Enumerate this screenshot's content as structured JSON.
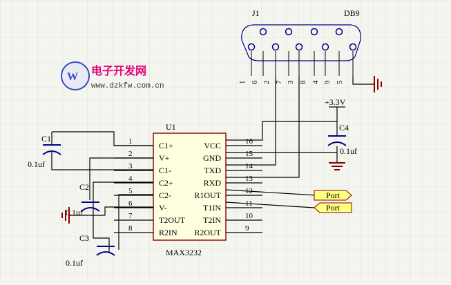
{
  "connector": {
    "ref": "J1",
    "type": "DB9",
    "pins_top_to_bottom": [
      "1",
      "6",
      "2",
      "7",
      "3",
      "8",
      "4",
      "9",
      "5"
    ]
  },
  "logo": {
    "text": "电子开发网",
    "url": "www.dzkfw.com.cn"
  },
  "ic": {
    "ref": "U1",
    "part": "MAX3232",
    "left_pins": [
      {
        "num": "1",
        "name": "C1+"
      },
      {
        "num": "2",
        "name": "V+"
      },
      {
        "num": "3",
        "name": "C1-"
      },
      {
        "num": "4",
        "name": "C2+"
      },
      {
        "num": "5",
        "name": "C2-"
      },
      {
        "num": "6",
        "name": "V-"
      },
      {
        "num": "7",
        "name": "T2OUT"
      },
      {
        "num": "8",
        "name": "R2IN"
      }
    ],
    "right_pins": [
      {
        "num": "16",
        "name": "VCC"
      },
      {
        "num": "15",
        "name": "GND"
      },
      {
        "num": "14",
        "name": "TXD"
      },
      {
        "num": "13",
        "name": "RXD"
      },
      {
        "num": "12",
        "name": "R1OUT"
      },
      {
        "num": "11",
        "name": "T1IN"
      },
      {
        "num": "10",
        "name": "T2IN"
      },
      {
        "num": "9",
        "name": "R2OUT"
      }
    ]
  },
  "capacitors": [
    {
      "ref": "C1",
      "value": "0.1uf"
    },
    {
      "ref": "C2",
      "value": "0.1uf"
    },
    {
      "ref": "C3",
      "value": "0.1uf"
    },
    {
      "ref": "C4",
      "value": "0.1uf"
    }
  ],
  "power": {
    "supply": "+3.3V"
  },
  "ports": [
    "Port",
    "Port"
  ]
}
